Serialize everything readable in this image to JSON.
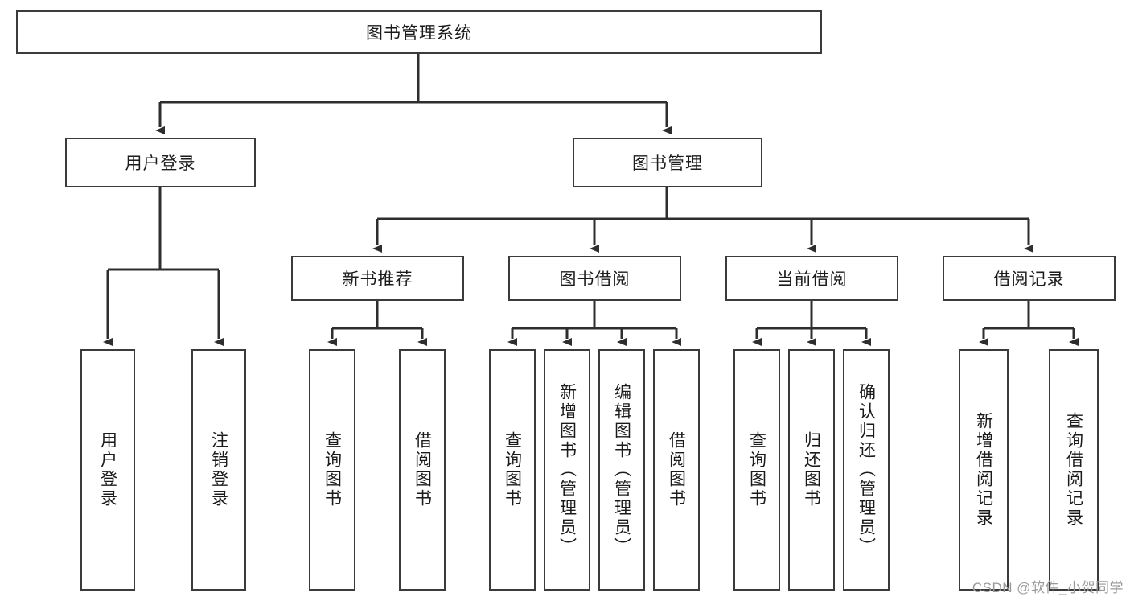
{
  "diagram": {
    "title": "图书管理系统",
    "type": "tree-hierarchy-diagram",
    "root": {
      "id": "root",
      "label": "图书管理系统"
    },
    "level2": [
      {
        "id": "user-login",
        "label": "用户登录"
      },
      {
        "id": "book-management",
        "label": "图书管理"
      }
    ],
    "level3": [
      {
        "id": "new-book-recommend",
        "label": "新书推荐"
      },
      {
        "id": "book-borrow",
        "label": "图书借阅"
      },
      {
        "id": "current-borrow",
        "label": "当前借阅"
      },
      {
        "id": "borrow-record",
        "label": "借阅记录"
      }
    ],
    "leaves": {
      "user_login": [
        {
          "id": "leaf-user-login",
          "label": "用户登录"
        },
        {
          "id": "leaf-logout-login",
          "label": "注销登录"
        }
      ],
      "new_book_recommend": [
        {
          "id": "leaf-query-book-1",
          "label": "查询图书"
        },
        {
          "id": "leaf-borrow-book-1",
          "label": "借阅图书"
        }
      ],
      "book_borrow": [
        {
          "id": "leaf-query-book-2",
          "label": "查询图书"
        },
        {
          "id": "leaf-add-book",
          "label": "新增图书（管理员）"
        },
        {
          "id": "leaf-edit-book",
          "label": "编辑图书（管理员）"
        },
        {
          "id": "leaf-borrow-book-2",
          "label": "借阅图书"
        }
      ],
      "current_borrow": [
        {
          "id": "leaf-query-book-3",
          "label": "查询图书"
        },
        {
          "id": "leaf-return-book",
          "label": "归还图书"
        },
        {
          "id": "leaf-confirm-return",
          "label": "确认归还（管理员）"
        }
      ],
      "borrow_record": [
        {
          "id": "leaf-add-record",
          "label": "新增借阅记录"
        },
        {
          "id": "leaf-query-record",
          "label": "查询借阅记录"
        }
      ]
    }
  },
  "watermark": {
    "text": "CSDN @软件_小贺同学"
  },
  "colors": {
    "box_border": "#3b3b3b",
    "background": "#ffffff",
    "text": "#1b1b1b",
    "watermark": "#9a9a9a"
  }
}
